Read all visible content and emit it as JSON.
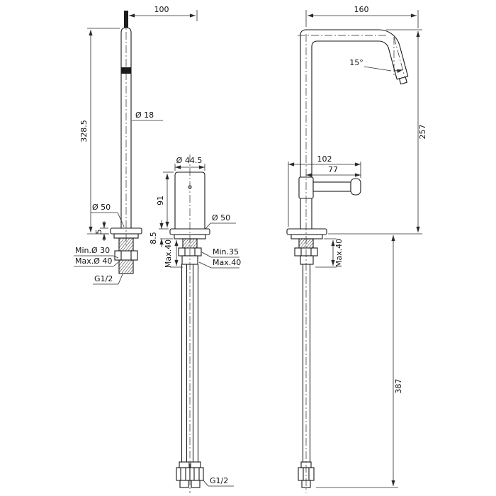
{
  "views": {
    "left": {
      "reach": "100",
      "height": "328.5",
      "spout_dia": "Ø 18",
      "base_dia": "Ø 50",
      "flange_thk": "5",
      "hole_min": "Min.Ø 30",
      "hole_max": "Max.Ø 40",
      "thread": "G1/2"
    },
    "front": {
      "body_dia": "Ø 44.5",
      "body_h": "91",
      "base_dia": "Ø 50",
      "flange_thk": "8.5",
      "deck_max": "Max.40",
      "clamp_min": "Min.35",
      "clamp_max": "Max.40",
      "hose_thread": "G1/2"
    },
    "side": {
      "reach": "160",
      "angle": "15°",
      "height": "257",
      "reach_total": "102",
      "reach_handle": "77",
      "deck_max": "Max.40",
      "hose_length": "387"
    }
  },
  "colors": {
    "line": "#1a1a1a",
    "background": "#ffffff"
  }
}
